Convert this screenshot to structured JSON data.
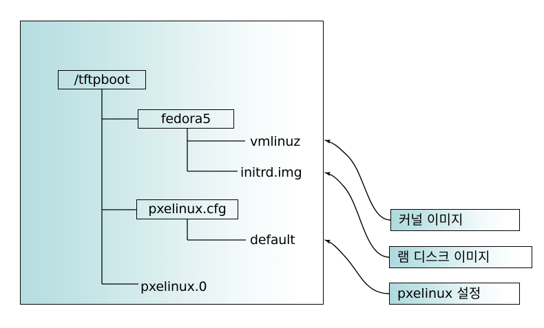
{
  "diagram": {
    "title_text": "",
    "container": {
      "name": "tftpboot-directory-container",
      "gradient_from": "#b6dde0",
      "gradient_to": "#ffffff",
      "border_color": "#000000"
    },
    "tree": {
      "root": {
        "label": "/tftpboot",
        "boxed": true
      },
      "children": [
        {
          "label": "fedora5",
          "boxed": true,
          "children": [
            {
              "label": "vmlinuz",
              "boxed": false
            },
            {
              "label": "initrd.img",
              "boxed": false
            }
          ]
        },
        {
          "label": "pxelinux.cfg",
          "boxed": true,
          "children": [
            {
              "label": "default",
              "boxed": false
            }
          ]
        },
        {
          "label": "pxelinux.0",
          "boxed": false,
          "children": []
        }
      ]
    },
    "annotations": [
      {
        "label": "커널 이미지",
        "points_to": "vmlinuz",
        "gradient_from": "#aedadd",
        "gradient_to": "#ffffff"
      },
      {
        "label": "램 디스크 이미지",
        "points_to": "initrd.img",
        "gradient_from": "#aedadd",
        "gradient_to": "#ffffff"
      },
      {
        "label": "pxelinux 설정",
        "points_to": "default",
        "gradient_from": "#aedadd",
        "gradient_to": "#ffffff"
      }
    ],
    "colors": {
      "line": "#000000",
      "text": "#000000",
      "background": "#ffffff"
    }
  }
}
